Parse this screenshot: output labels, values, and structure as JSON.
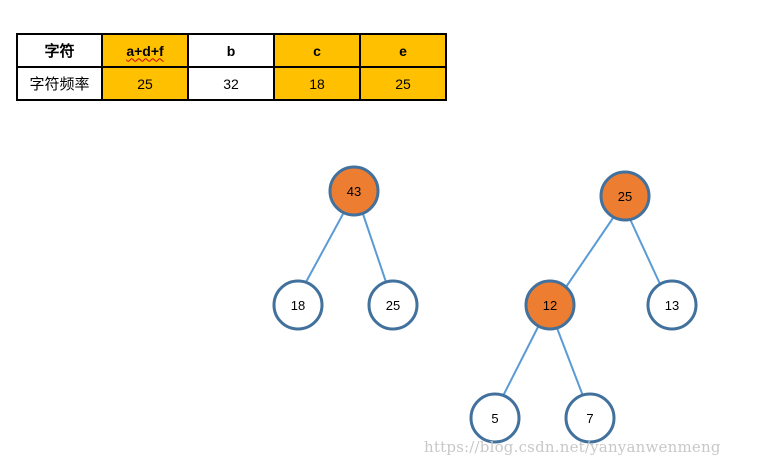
{
  "table": {
    "headers": [
      "字符",
      "a+d+f",
      "b",
      "c",
      "e"
    ],
    "row_label": "字符频率",
    "values": [
      "25",
      "32",
      "18",
      "25"
    ],
    "highlight_color": "#ffc000"
  },
  "trees": {
    "left": {
      "root": "43",
      "left": "18",
      "right": "25"
    },
    "right": {
      "root": "25",
      "left": "12",
      "right": "13",
      "left_left": "5",
      "left_right": "7"
    }
  },
  "colors": {
    "filled_node": "#ed7d31",
    "node_border": "#41719c",
    "edge": "#5b9bd5"
  },
  "watermark": "https://blog.csdn.net/yanyanwenmeng"
}
